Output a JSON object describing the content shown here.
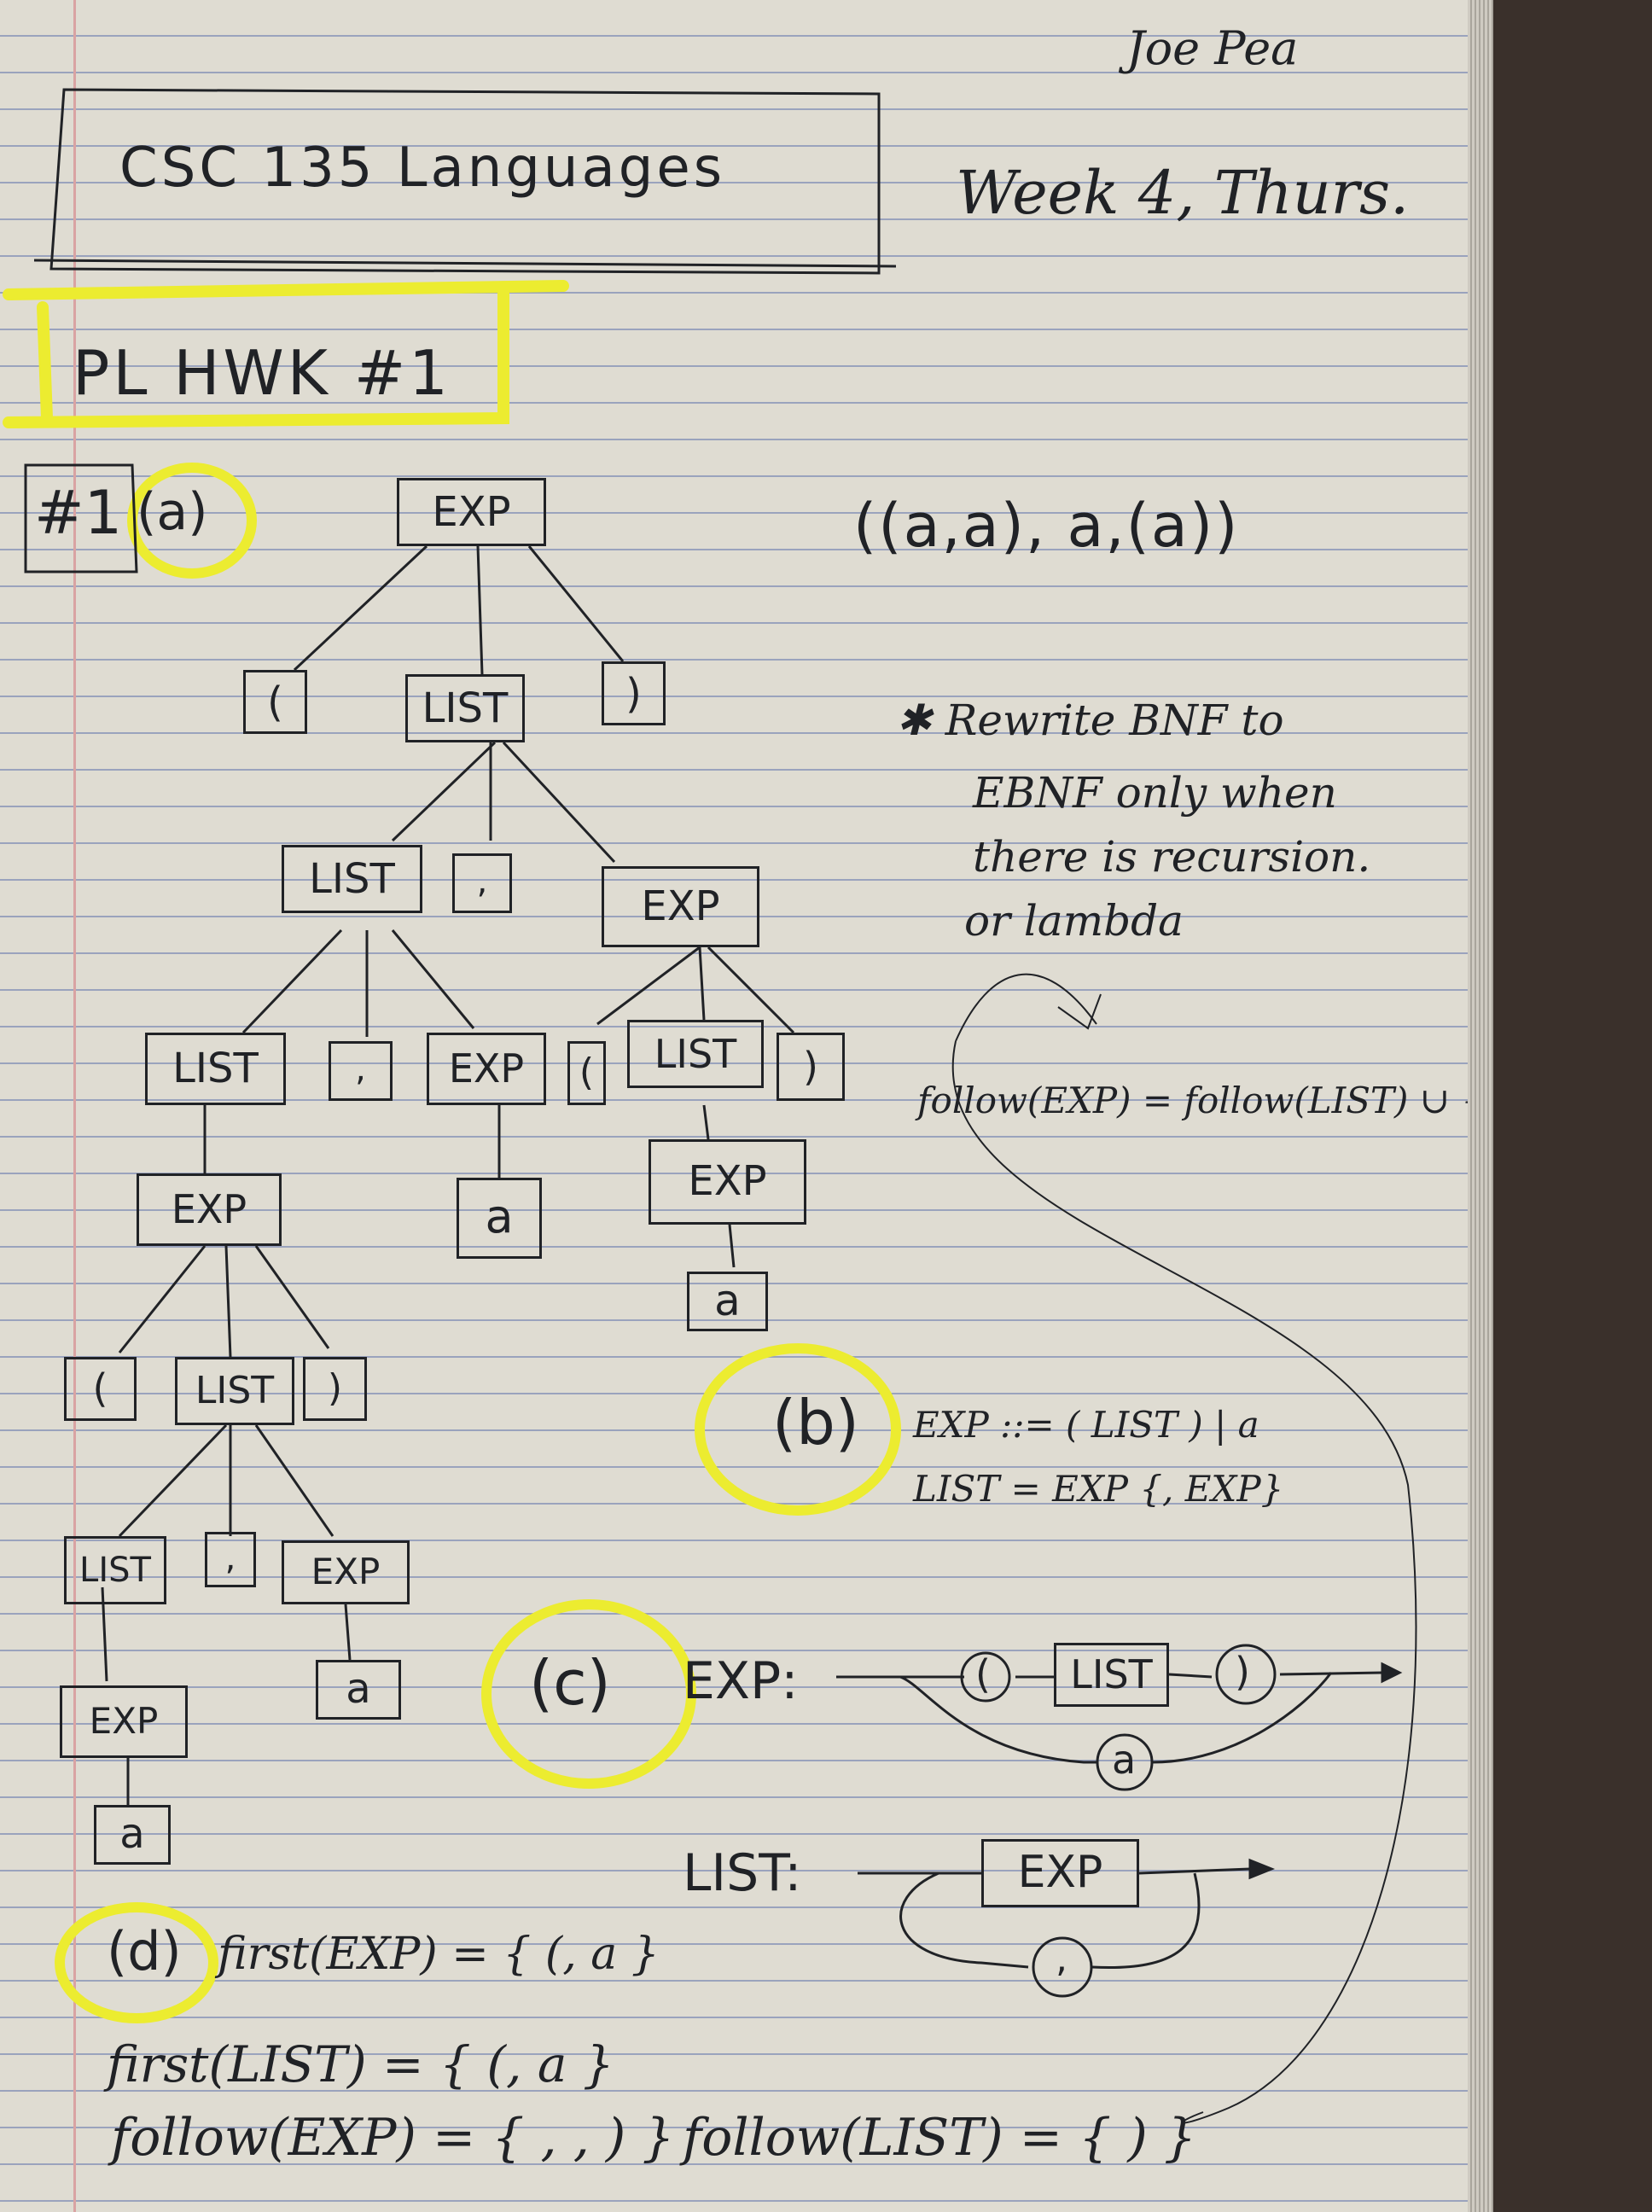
{
  "author": "Joe Pea",
  "course": "CSC 135 Languages",
  "date": "Week 4, Thurs.",
  "assignment": "PL HWK #1",
  "problem_label": "#1",
  "part_labels": {
    "a": "(a)",
    "b": "(b)",
    "c": "(c)",
    "d": "(d)"
  },
  "input_string": "((a,a), a,(a))",
  "tree_labels": {
    "exp": "EXP",
    "list": "LIST",
    "lparen": "(",
    "rparen": ")",
    "comma": ",",
    "a": "a"
  },
  "note_lines": [
    "✱ Rewrite BNF to",
    "EBNF only when",
    "there is recursion.",
    "or lambda"
  ],
  "follow_note": "follow(EXP) = follow(LIST) ∪ {,}",
  "ebnf": {
    "exp_rule": "EXP ::= ( LIST ) | a",
    "list_rule": "LIST = EXP {, EXP}"
  },
  "syntax_diagram": {
    "exp_label": "EXP:",
    "list_label": "LIST:",
    "exp_box": "LIST",
    "list_box": "EXP",
    "lparen": "(",
    "rparen": ")",
    "a_node": "a",
    "comma_node": ","
  },
  "first_follow": {
    "first_exp": "first(EXP) = { (, a }",
    "first_list": "first(LIST) = { (, a }",
    "follow_exp": "follow(EXP) = { , , ) }",
    "follow_list": "follow(LIST) = { ) }"
  },
  "colors": {
    "paper": "#dfdcd2",
    "rule_lines": "#9aa3bd",
    "margin": "#d9a3a3",
    "ink": "#202226",
    "highlighter": "#ecec30"
  }
}
